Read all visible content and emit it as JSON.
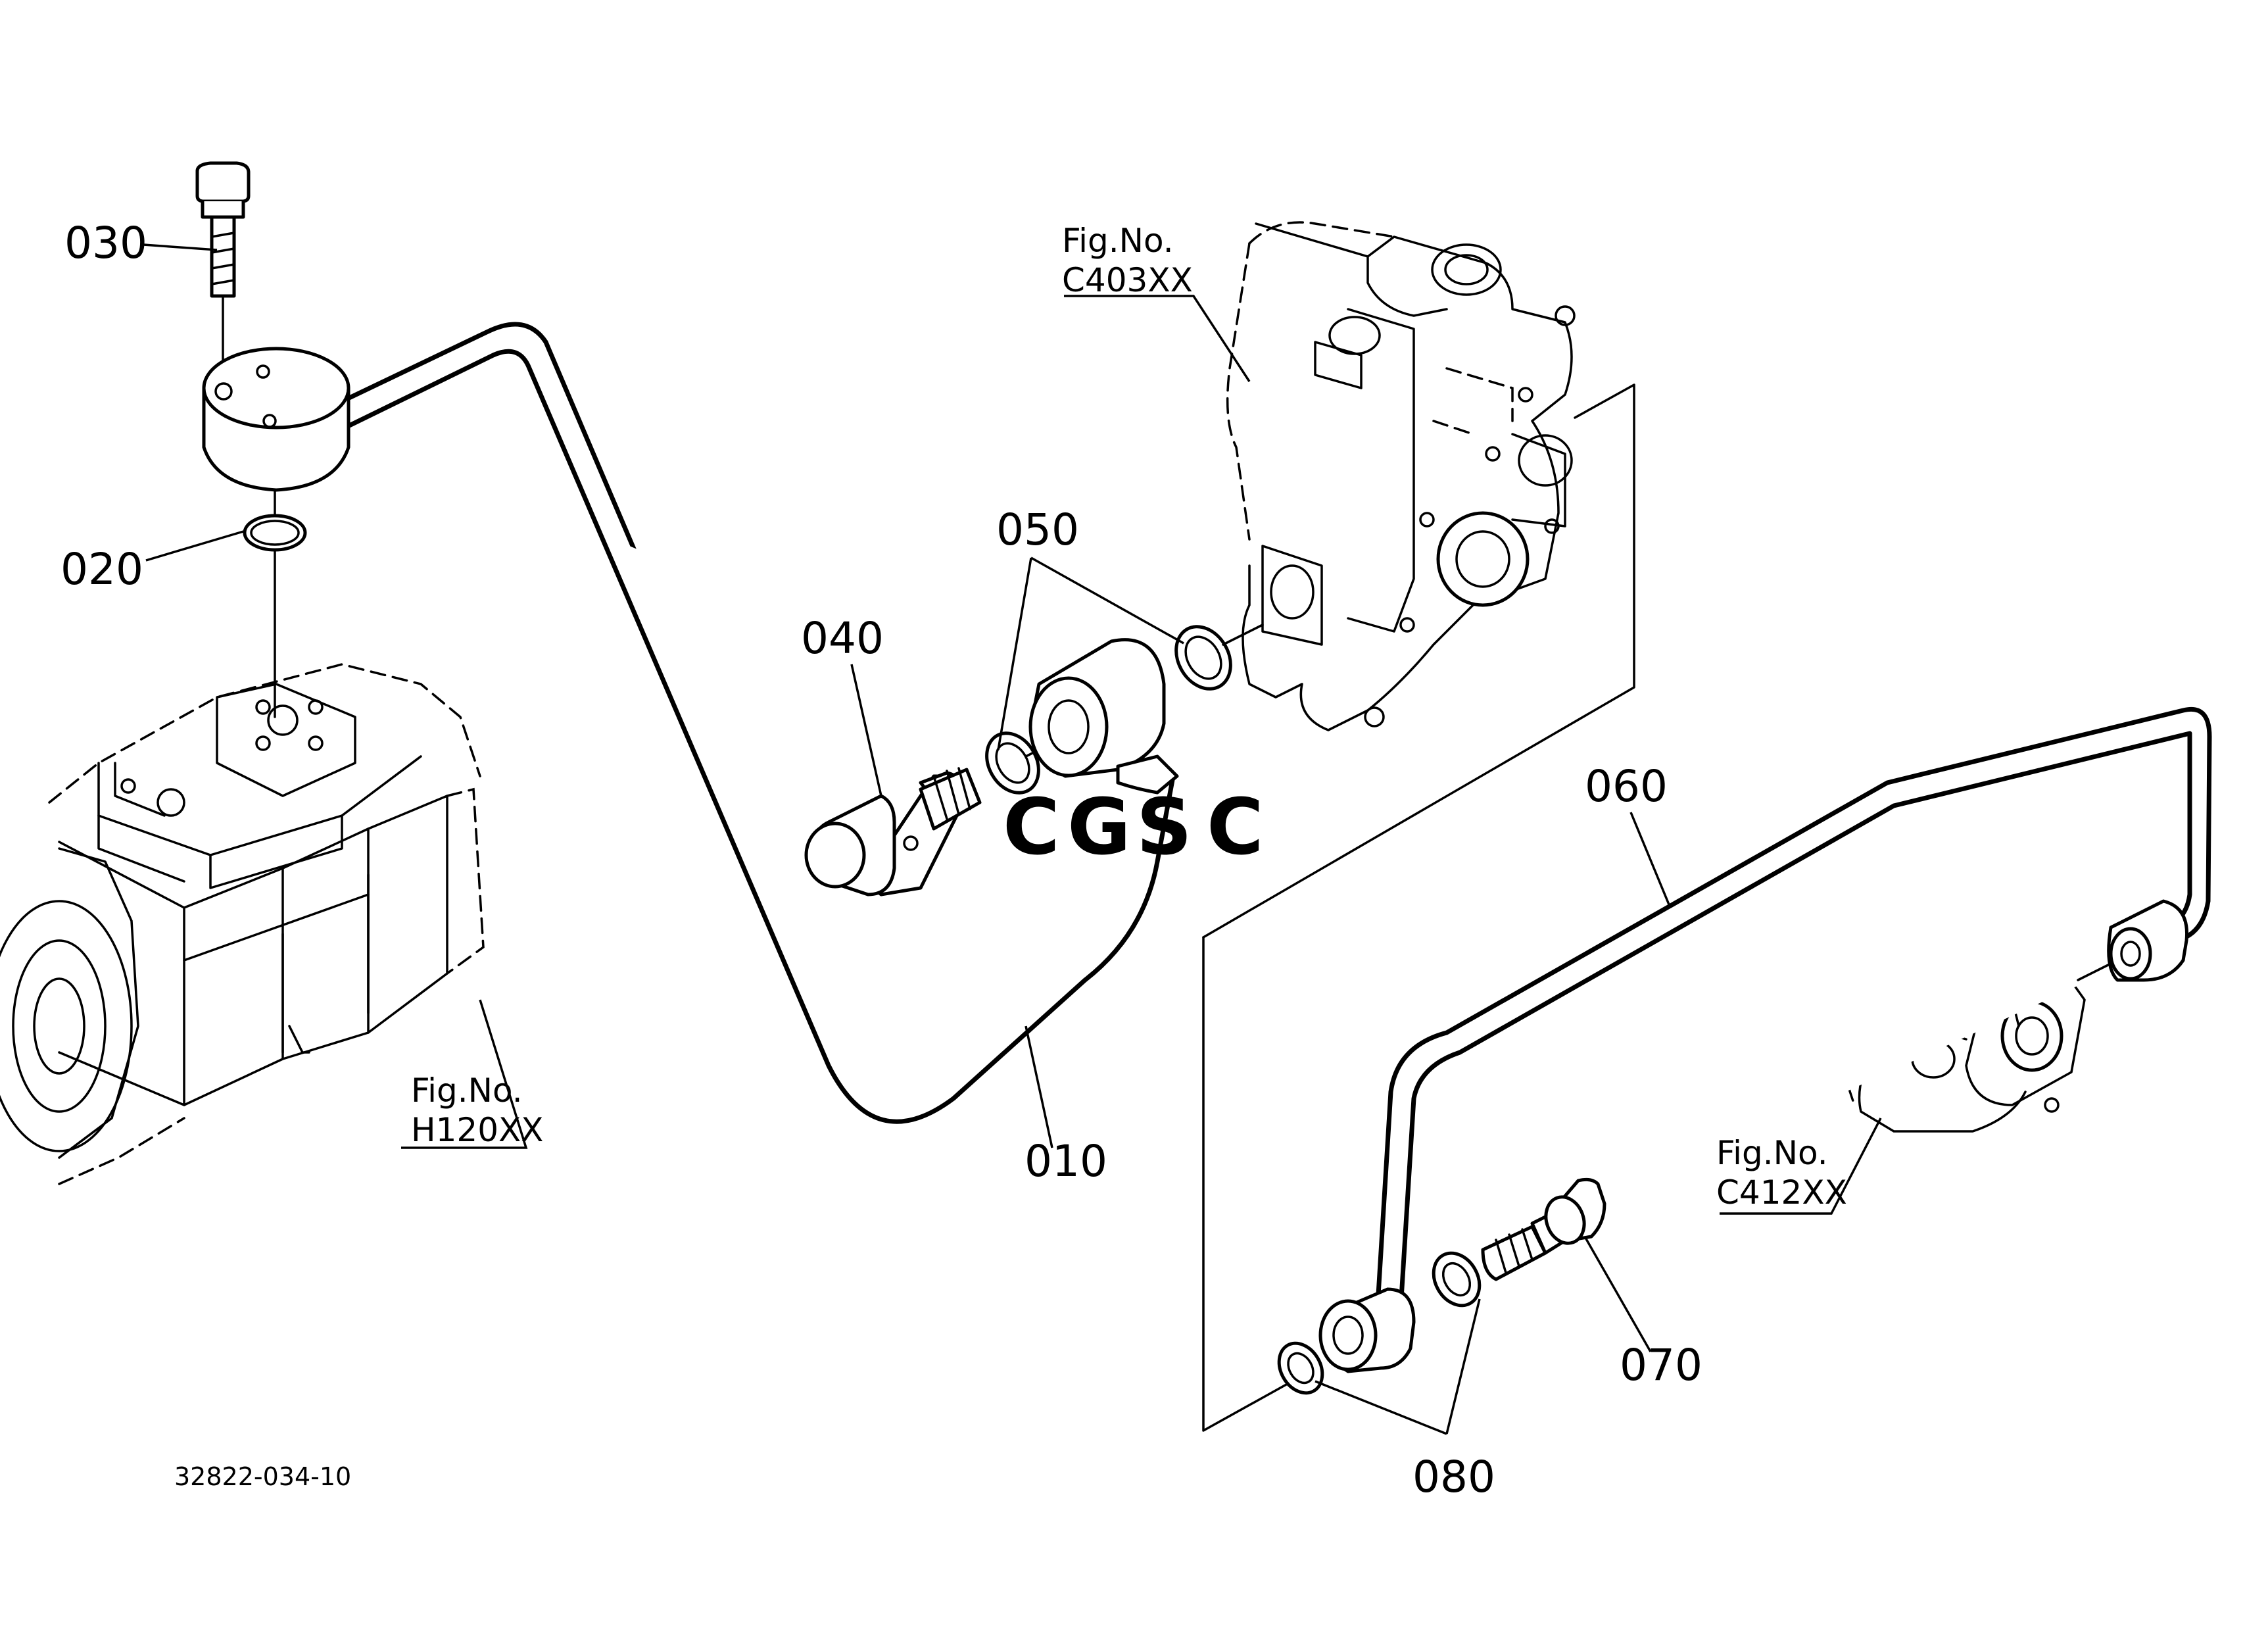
{
  "callouts": {
    "p010": "010",
    "p020": "020",
    "p030": "030",
    "p040": "040",
    "p050": "050",
    "p060": "060",
    "p070": "070",
    "p080": "080"
  },
  "fig_refs": {
    "pump": {
      "title": "Fig.No.",
      "code": "H120XX"
    },
    "valve_top": {
      "title": "Fig.No.",
      "code": "C403XX"
    },
    "valve_right": {
      "title": "Fig.No.",
      "code": "C412XX"
    }
  },
  "drawing_number": "32822-034-10",
  "watermark": {
    "letters": [
      "C",
      "G",
      "S",
      "C"
    ],
    "colors": [
      "#6b9be0",
      "#e8766a",
      "#f4c84a",
      "#5fb37a"
    ]
  }
}
